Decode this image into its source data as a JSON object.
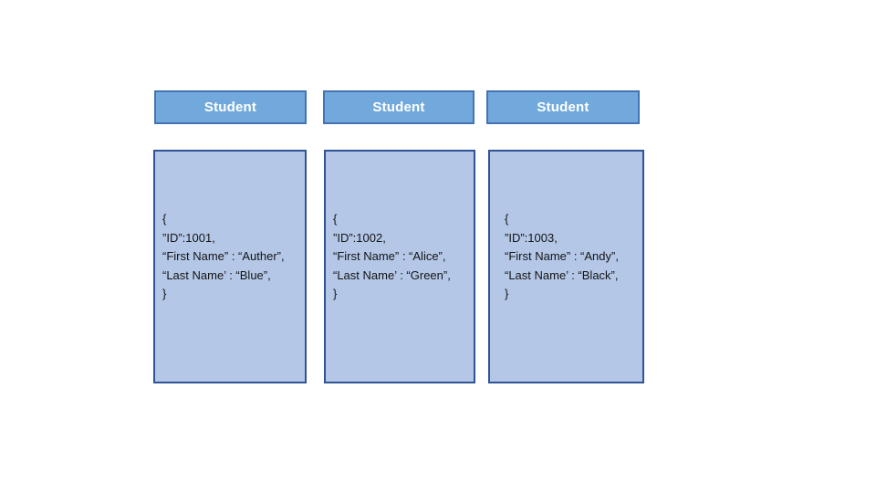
{
  "colors": {
    "canvas_bg": "#ffffff",
    "header_fill": "#72A9DC",
    "header_border": "#4473B3",
    "header_text": "#ffffff",
    "body_fill": "#B4C7E7",
    "body_border": "#2F5496",
    "body_text": "#141414"
  },
  "columns": [
    {
      "header": "Student",
      "record": {
        "id": 1001,
        "first_name": "Auther",
        "last_name": "Blue"
      },
      "lines": [
        "{",
        "”ID”:1001,",
        "“First Name” : “Auther”,",
        "“Last Name’ : “Blue”,",
        "}"
      ]
    },
    {
      "header": "Student",
      "record": {
        "id": 1002,
        "first_name": "Alice",
        "last_name": "Green"
      },
      "lines": [
        "{",
        "”ID”:1002,",
        "“First Name” : “Alice”,",
        "“Last Name’ : “Green”,",
        "}"
      ]
    },
    {
      "header": "Student",
      "record": {
        "id": 1003,
        "first_name": "Andy",
        "last_name": "Black"
      },
      "lines": [
        "{",
        "”ID”:1003,",
        "“First Name” : “Andy”,",
        "“Last Name’ : “Black”,",
        "}"
      ]
    }
  ]
}
